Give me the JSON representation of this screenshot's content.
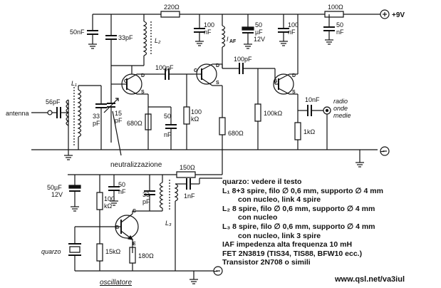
{
  "supply": {
    "label": "+9V"
  },
  "labels": {
    "r_top_left": "220Ω",
    "r_top_right": "100Ω",
    "c_50nF_left": "50nF",
    "c_33pF_top": "33pF",
    "l2": "L₂",
    "c_100nF_a": "100",
    "c_100nF_a2": "nF",
    "l_af": "I",
    "l_af_sub": "AF",
    "c_50uF_top": "50",
    "c_50uF_top2": "µF",
    "c_50uF_top3": "12V",
    "c_100nF_b": "100",
    "c_100nF_b2": "nF",
    "c_50nF_right": "50",
    "c_50nF_right2": "nF",
    "l1": "L₁",
    "c_100pF_1": "100pF",
    "c_100pF_2": "100pF",
    "antenna": "antenna",
    "c_56pF": "56pF",
    "c_33pF_l1": "33",
    "c_33pF_l1b": "pF",
    "c_15pF": "15",
    "c_15pF_b": "pF",
    "r_680_a": "680Ω",
    "c_50nF_mid": "50",
    "c_50nF_mid2": "nF",
    "r_100k_a": "100",
    "r_100k_a2": "kΩ",
    "r_680_b": "680Ω",
    "r_100k_b": "100kΩ",
    "c_10nF": "10nF",
    "radio": "radio",
    "onde": "onde",
    "medie": "medie",
    "r_1k": "1kΩ",
    "neutralizzazione": "neutralizzazione",
    "r_150": "150Ω",
    "c_50uF_osc": "50µF",
    "c_50uF_osc2": "12V",
    "c_50nF_osc": "50",
    "c_50nF_osc2": "nF",
    "r_100k_osc": "100",
    "r_100k_osc2": "kΩ",
    "c_33pF_osc": "33",
    "c_33pF_osc2": "pF",
    "c_1nF": "1nF",
    "l3": "L₃",
    "quarzo": "quarzo",
    "r_15k": "15kΩ",
    "r_180": "180Ω",
    "oscillatore": "oscillatore",
    "pin_g1": "G",
    "pin_d1": "D",
    "pin_s1": "S",
    "pin_g2": "G",
    "pin_d2": "D",
    "pin_s2": "S",
    "pin_g3": "G",
    "pin_d3": "D",
    "pin_s3": "S",
    "pin_b": "B",
    "pin_c": "C",
    "pin_e": "E",
    "minus": "−"
  },
  "notes": [
    "quarzo: vedere il testo",
    "L₁ 8+3 spire, filo ∅ 0,6 mm, supporto ∅ 4 mm",
    "con nucleo, link 4 spire",
    "L₂ 8 spire, filo ∅ 0,6 mm, supporto ∅ 4 mm",
    "con nucleo",
    "L₃ 8 spire, filo ∅ 0,6 mm, supporto ∅ 4 mm",
    "con nucleo, link 3 spire",
    "IAF impedenza alta frequenza 10 mH",
    "FET 2N3819 (TIS34, TIS88, BFW10 ecc.)",
    "Transistor 2N708 o simili"
  ],
  "url": "www.qsl.net/va3iul"
}
